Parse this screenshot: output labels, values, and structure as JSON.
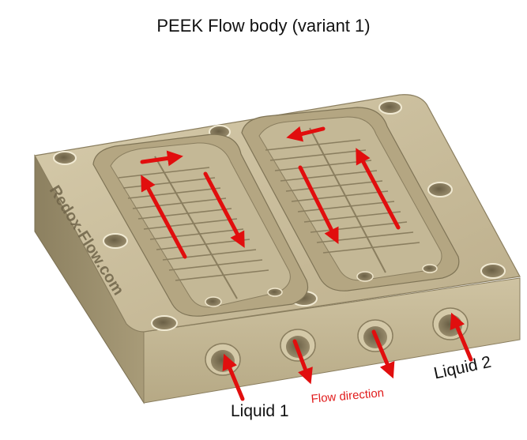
{
  "title": "PEEK Flow body (variant 1)",
  "labels": {
    "liquid1": "Liquid 1",
    "liquid2": "Liquid 2",
    "flow_direction": "Flow direction"
  },
  "engraving": "Redox-Flow.com",
  "colors": {
    "body": "#c7bb9a",
    "body_dark": "#a99c79",
    "body_shadow": "#8e8262",
    "arrow": "#e10e0e",
    "flow_text": "#e11b1b"
  }
}
